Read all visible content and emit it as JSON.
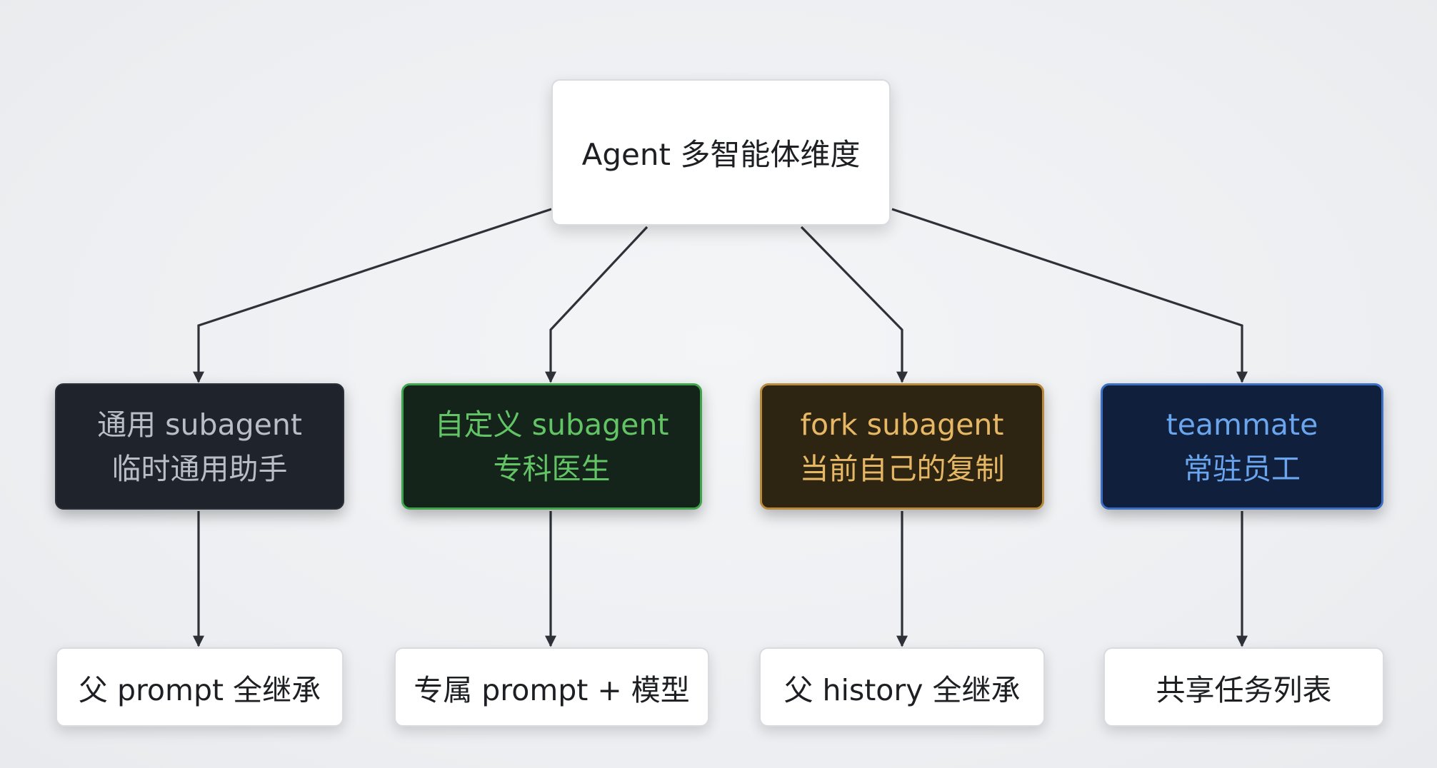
{
  "root": {
    "label": "Agent 多智能体维度"
  },
  "branches": [
    {
      "title": "通用 subagent",
      "subtitle": "临时通用助手",
      "detail": "父 prompt 全继承",
      "accent": "#b9bec6",
      "fill": "#1f232b"
    },
    {
      "title": "自定义 subagent",
      "subtitle": "专科医生",
      "detail": "专属 prompt + 模型",
      "accent": "#63c466",
      "fill": "#14241a"
    },
    {
      "title": "fork subagent",
      "subtitle": "当前自己的复制",
      "detail": "父 history 全继承",
      "accent": "#e6b765",
      "fill": "#2e2412"
    },
    {
      "title": "teammate",
      "subtitle": "常驻员工",
      "detail": "共享任务列表",
      "accent": "#6aa5ee",
      "fill": "#0f1f3c"
    }
  ]
}
